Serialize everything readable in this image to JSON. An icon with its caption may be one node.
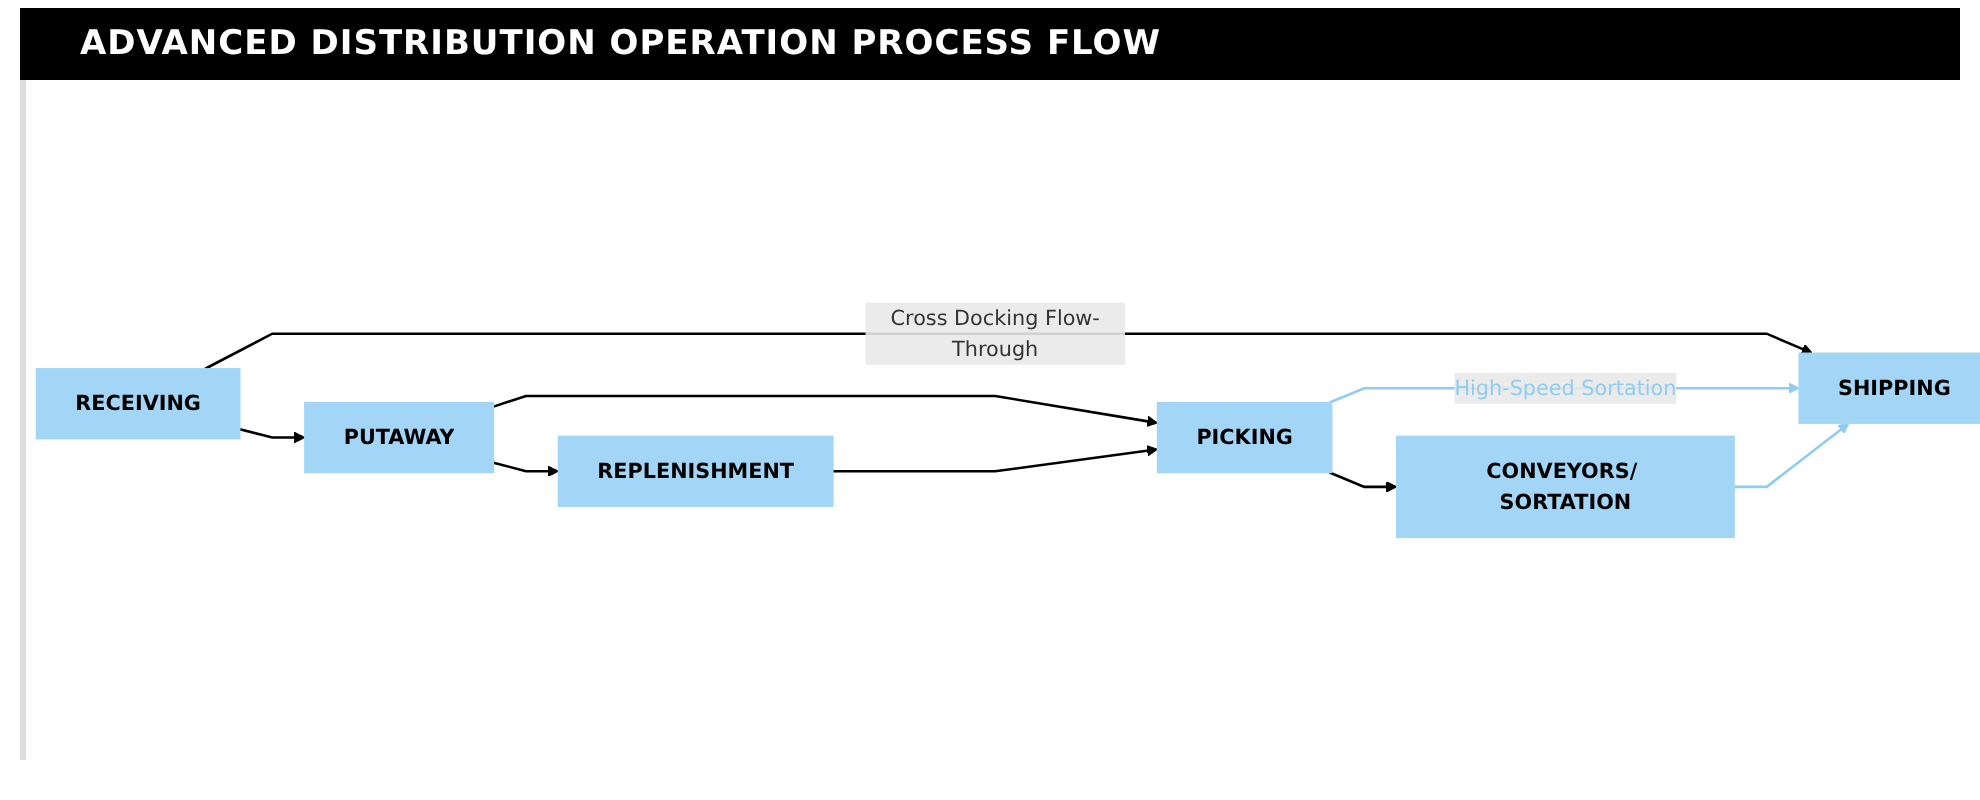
{
  "diagram": {
    "title": "ADVANCED DISTRIBUTION OPERATION PROCESS FLOW",
    "nodes": [
      {
        "text": [
          "RECEIVING"
        ]
      },
      {
        "text": [
          "SHIPPING"
        ]
      },
      {
        "text": [
          "PUTAWAY"
        ]
      },
      {
        "text": [
          "PICKING"
        ]
      },
      {
        "text": [
          "CONVEYORS/ SORTATION"
        ]
      },
      {
        "text": [
          "REPLENISHMENT"
        ]
      }
    ],
    "edges": [
      {
        "from": 0,
        "to": 1,
        "arrow": "to",
        "label": "Cross Docking Flow-Through"
      },
      {
        "from": 0,
        "to": 2,
        "arrow": "to"
      },
      {
        "from": 2,
        "to": 3,
        "arrow": "to"
      },
      {
        "from": 3,
        "to": 4,
        "arrow": "to"
      },
      {
        "from": 3,
        "to": 1,
        "arrow": "to",
        "label": "High-Speed Sortation",
        "color": "#8fcdf0"
      },
      {
        "from": 4,
        "to": 1,
        "arrow": "to",
        "color": "#8fcdf0"
      },
      {
        "from": 2,
        "to": 5,
        "arrow": "to"
      },
      {
        "from": 5,
        "to": 3,
        "arrow": "to"
      }
    ]
  }
}
